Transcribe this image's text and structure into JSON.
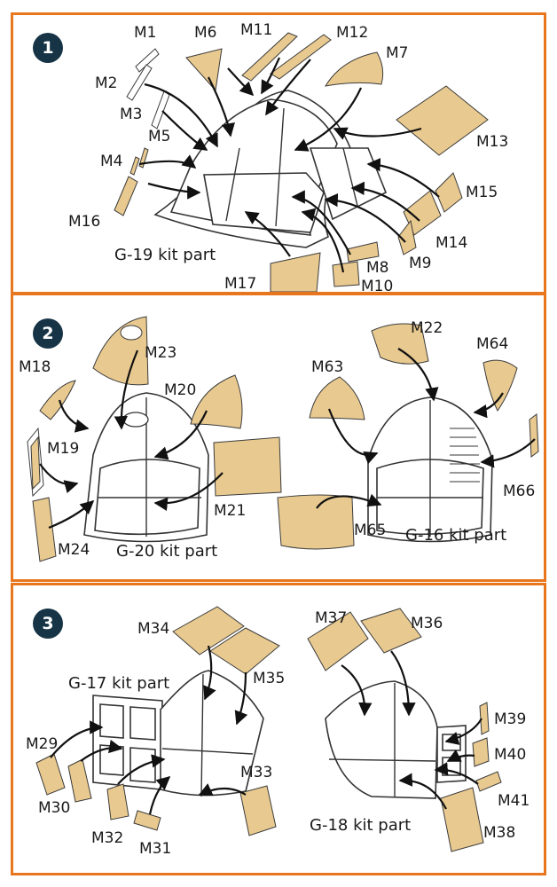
{
  "colors": {
    "border": "#e8761e",
    "badge": "#173446",
    "mask": "#e8c98f"
  },
  "panels": [
    {
      "step": "1",
      "kit_part": "G-19 kit part",
      "labels": {
        "M1": "M1",
        "M2": "M2",
        "M3": "M3",
        "M4": "M4",
        "M5": "M5",
        "M6": "M6",
        "M7": "M7",
        "M8": "M8",
        "M9": "M9",
        "M10": "M10",
        "M11": "M11",
        "M12": "M12",
        "M13": "M13",
        "M14": "M14",
        "M15": "M15",
        "M16": "M16",
        "M17": "M17"
      }
    },
    {
      "step": "2",
      "kit_part_left": "G-20 kit part",
      "kit_part_right": "G-16 kit part",
      "labels": {
        "M18": "M18",
        "M19": "M19",
        "M20": "M20",
        "M21": "M21",
        "M22": "M22",
        "M23": "M23",
        "M24": "M24",
        "M63": "M63",
        "M64": "M64",
        "M65": "M65",
        "M66": "M66"
      }
    },
    {
      "step": "3",
      "kit_part_left": "G-17 kit part",
      "kit_part_right": "G-18 kit part",
      "labels": {
        "M29": "M29",
        "M30": "M30",
        "M31": "M31",
        "M32": "M32",
        "M33": "M33",
        "M34": "M34",
        "M35": "M35",
        "M36": "M36",
        "M37": "M37",
        "M38": "M38",
        "M39": "M39",
        "M40": "M40",
        "M41": "M41"
      }
    }
  ]
}
